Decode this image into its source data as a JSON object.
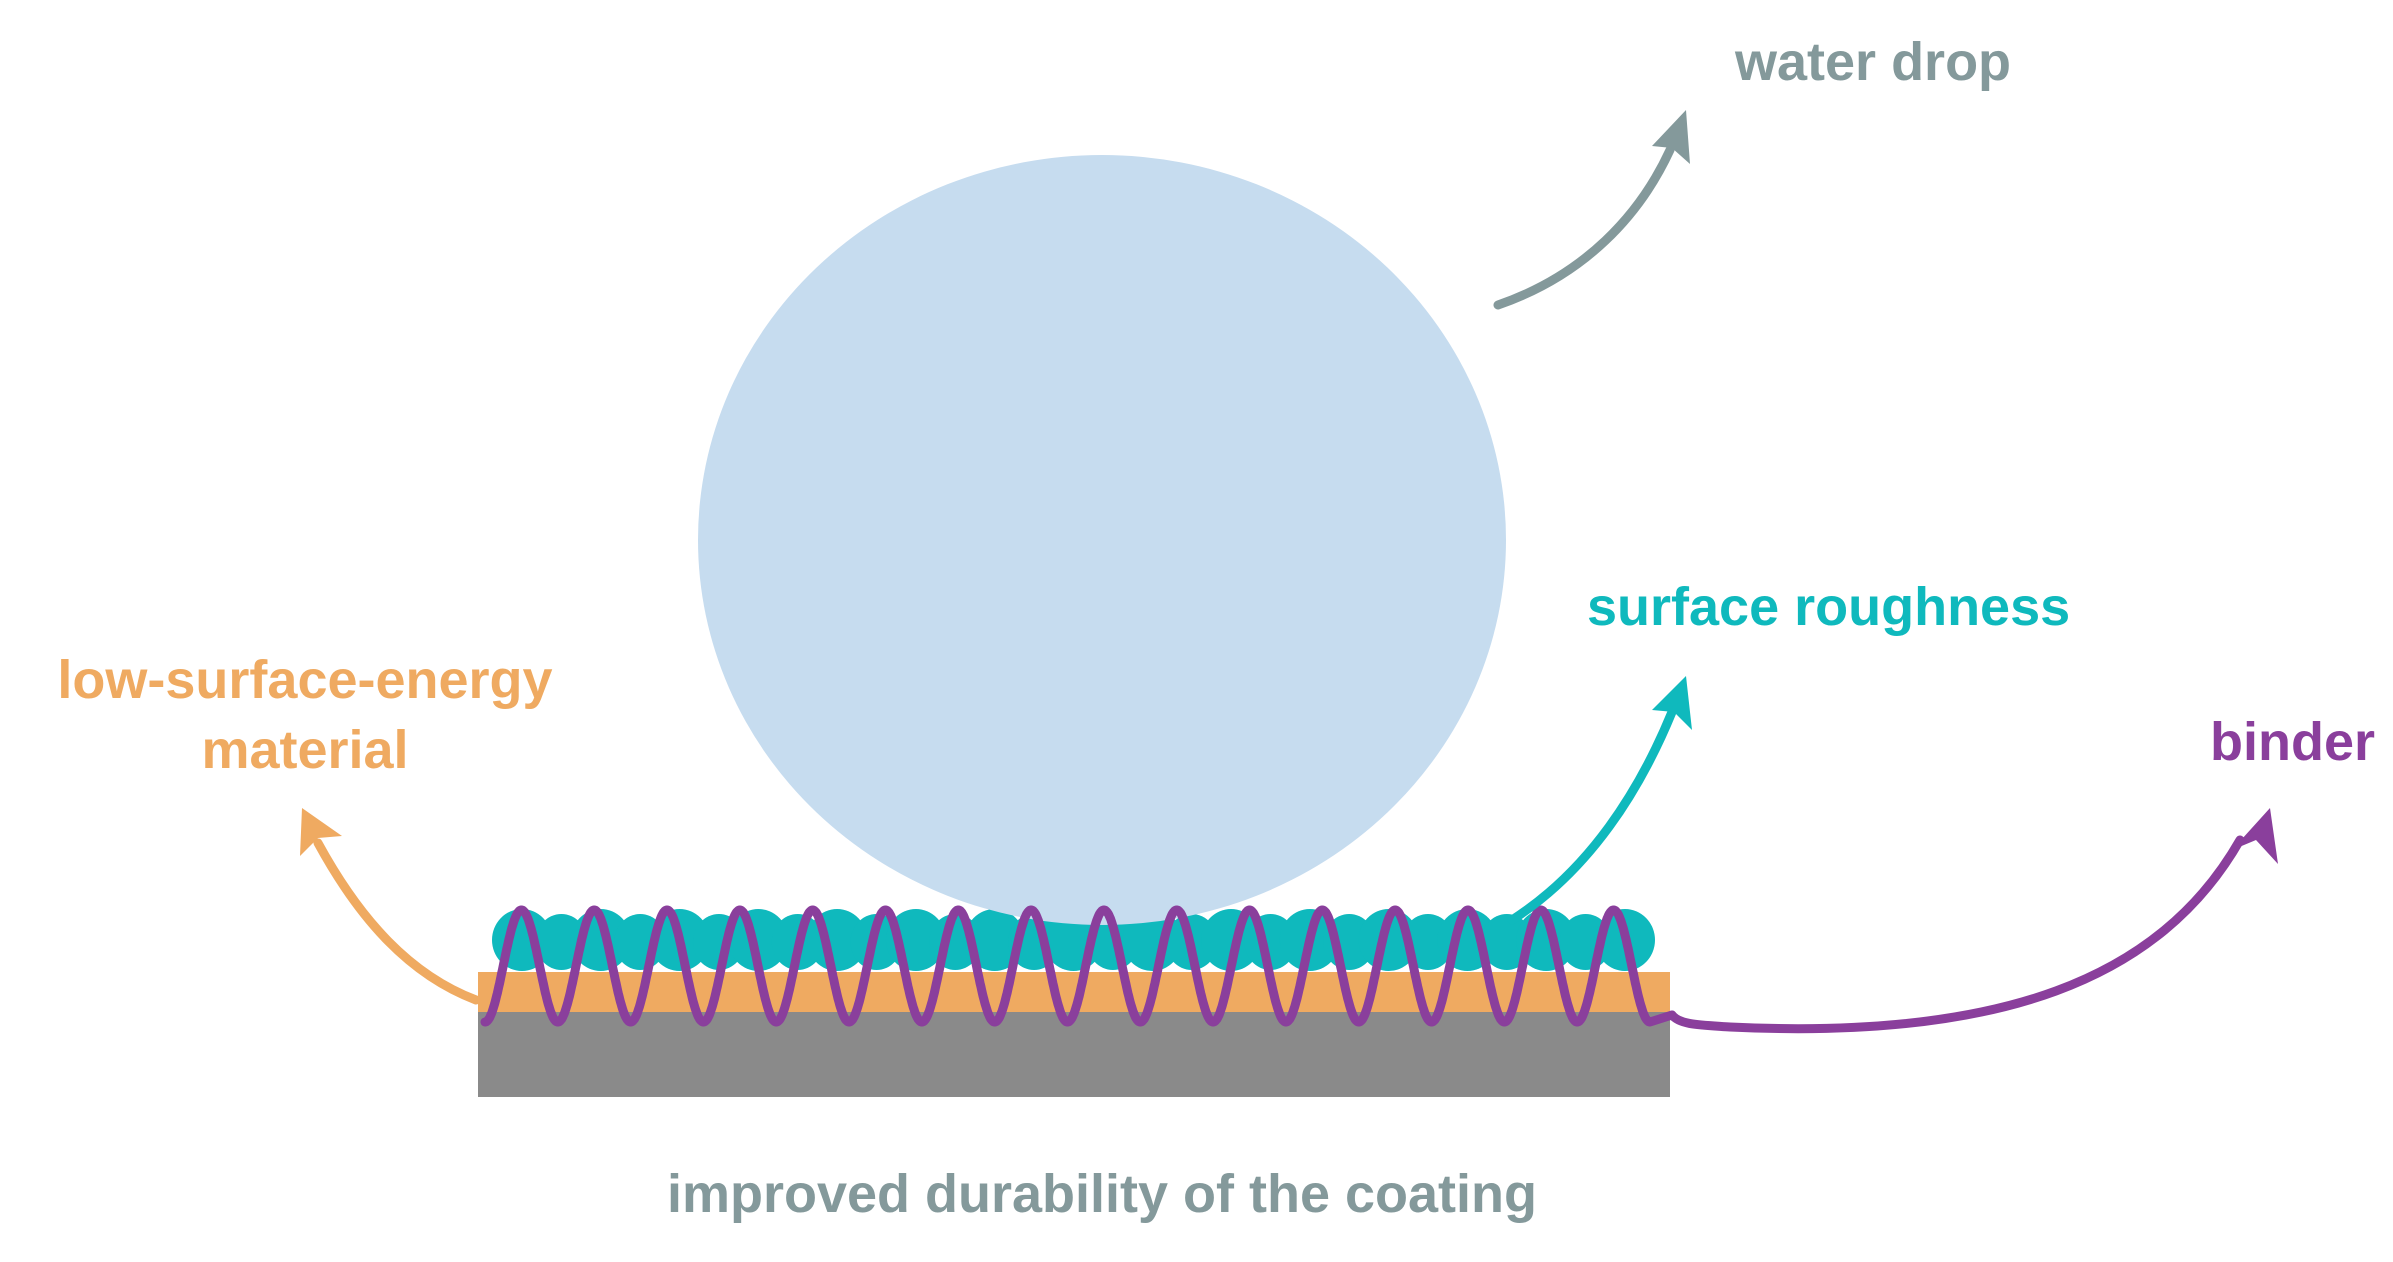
{
  "labels": {
    "water_drop": "water drop",
    "surface_roughness": "surface roughness",
    "low_surface_energy_line1": "low-surface-energy",
    "low_surface_energy_line2": "material",
    "binder": "binder",
    "caption": "improved durability of the coating"
  },
  "colors": {
    "water_drop": "#c6dcef",
    "water_label": "#84999b",
    "roughness": "#0fb9bd",
    "low_energy": "#efaa61",
    "binder": "#8a3f9c",
    "substrate": "#8a8a8a",
    "caption": "#84999b"
  },
  "icons": {
    "pointer_arrows": "curved-arrow"
  }
}
